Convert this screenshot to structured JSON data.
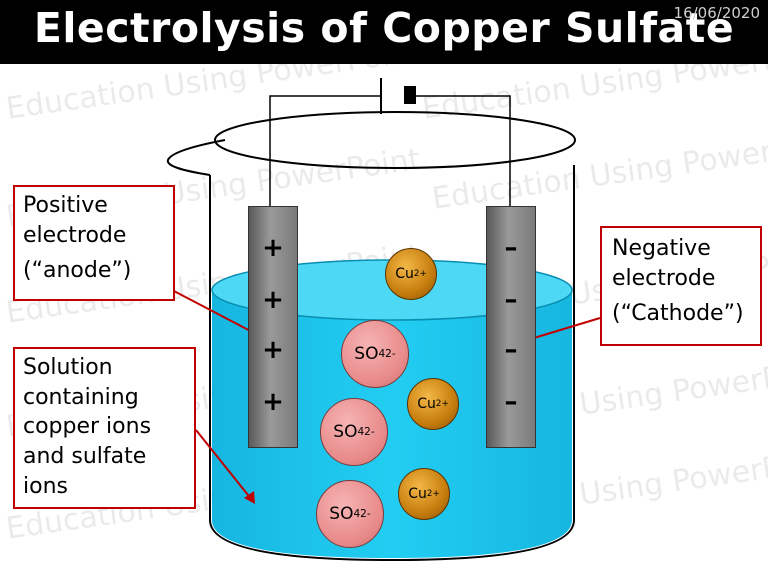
{
  "slide": {
    "title": "Electrolysis of Copper Sulfate",
    "date": "16/06/2020",
    "watermark": "Education Using PowerPoint"
  },
  "labels": {
    "anode": {
      "line1": "Positive",
      "line2": "electrode",
      "line3": "(“anode”)"
    },
    "cathode": {
      "line1": "Negative",
      "line2": "electrode",
      "line3": "(“Cathode”)"
    },
    "solution": {
      "line1": "Solution",
      "line2": "containing",
      "line3": "copper ions",
      "line4": "and sulfate",
      "line5": "ions"
    }
  },
  "electrodes": {
    "anode_signs": [
      "+",
      "+",
      "+",
      "+"
    ],
    "cathode_signs": [
      "–",
      "–",
      "–",
      "–"
    ]
  },
  "ions": {
    "copper": {
      "base": "Cu",
      "charge": "2+"
    },
    "sulfate": {
      "base": "SO",
      "subscript": "4",
      "charge": "2-"
    }
  },
  "colors": {
    "solution": "#19c4ec",
    "label_border": "#c00000",
    "arrow": "#c00000",
    "copper_ion": "#d98d16",
    "sulfate_ion": "#ee9a9a",
    "electrode": "#8a8a8a"
  }
}
